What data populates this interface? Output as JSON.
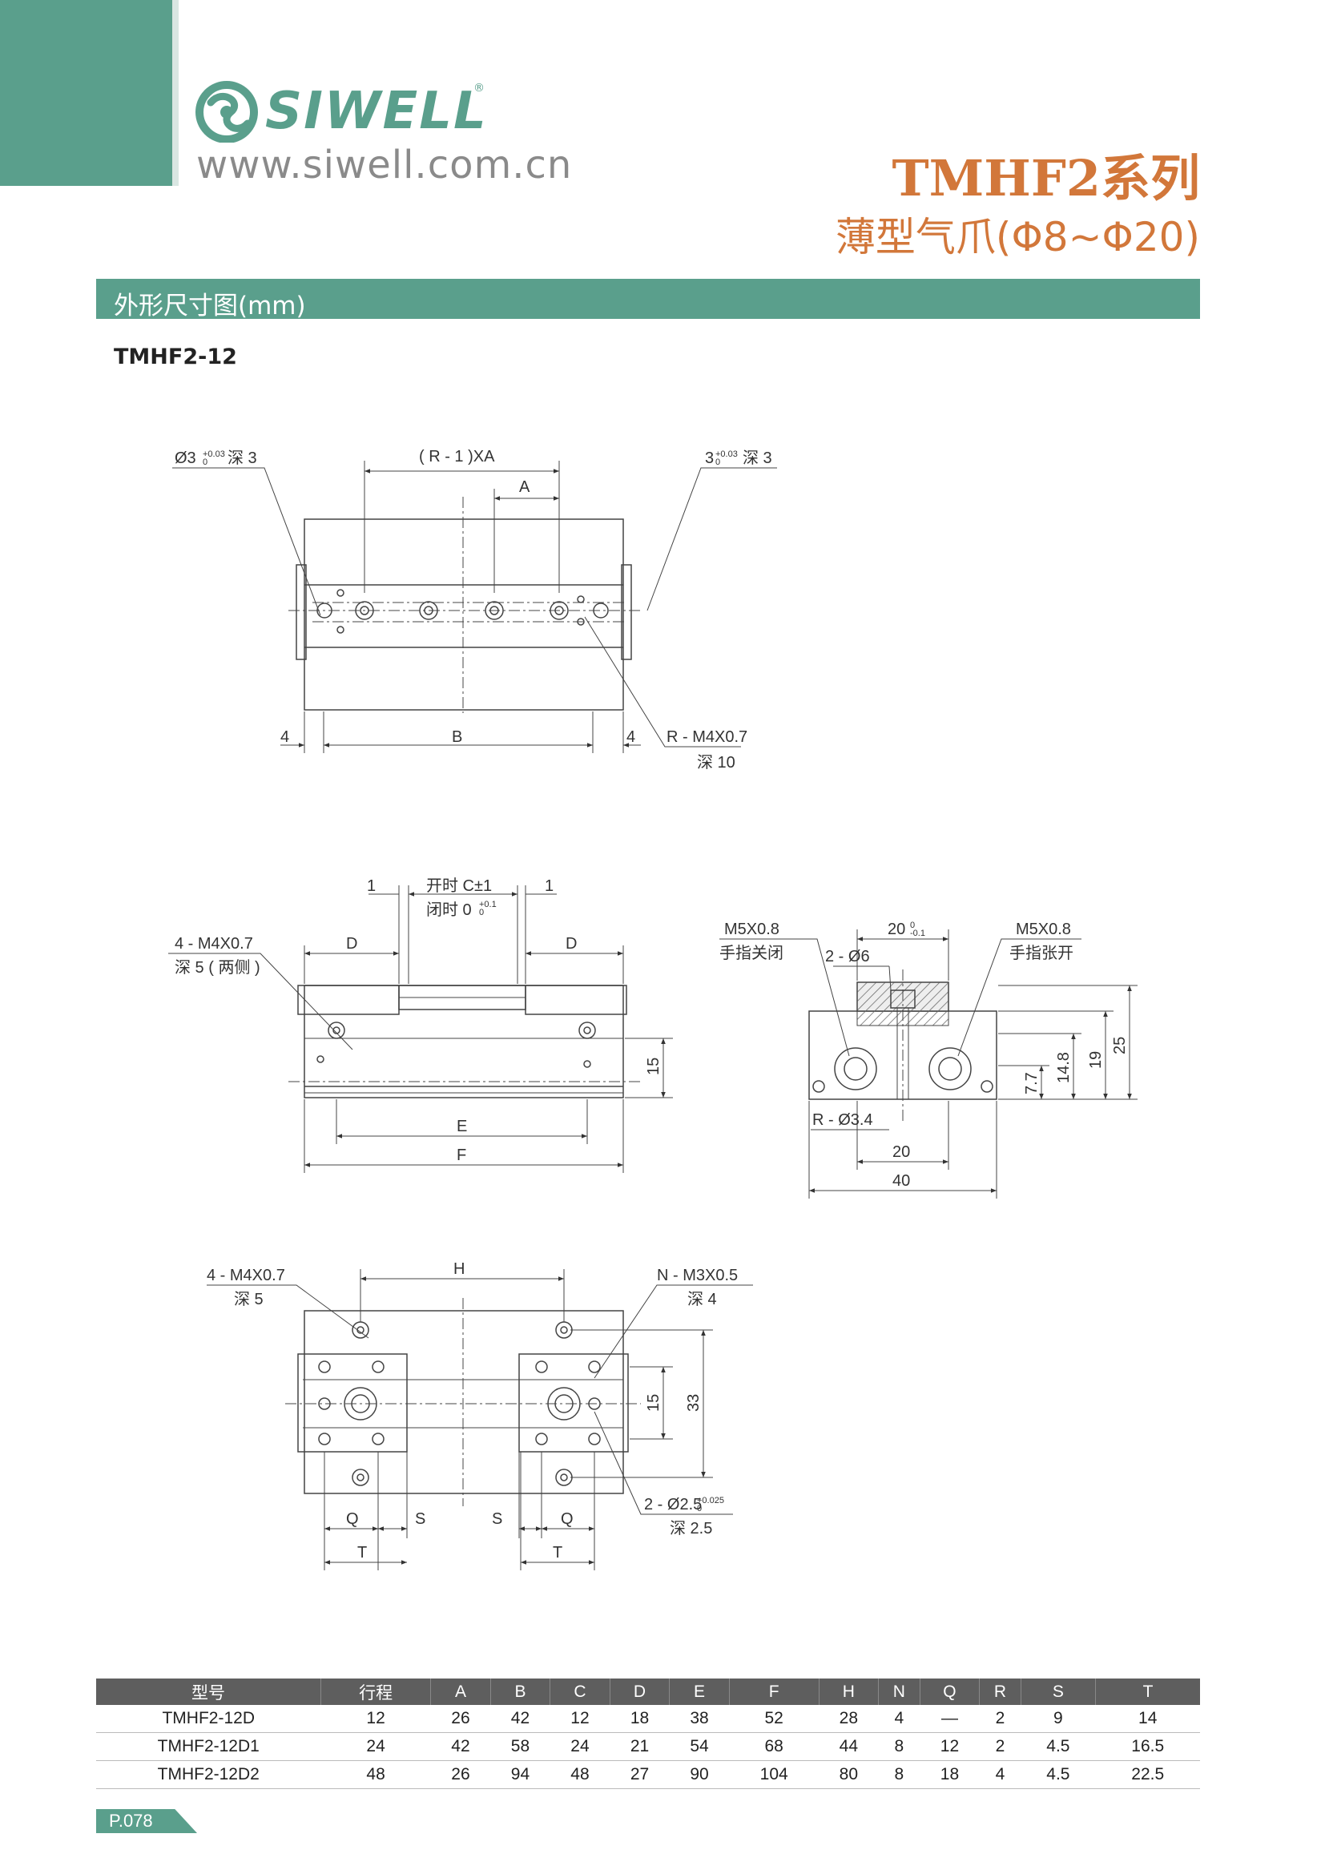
{
  "brand": {
    "name": "SIWELL",
    "registered": "®",
    "website": "www.siwell.com.cn",
    "color": "#5a9f8c",
    "accent": "#d2773a"
  },
  "series": {
    "title": "TMHF2系列",
    "subtitle": "薄型气爪(Φ8~Φ20)"
  },
  "section": {
    "title": "外形尺寸图(mm)"
  },
  "model": "TMHF2-12",
  "drawing_labels": {
    "hole_d3": "Ø3",
    "hole_d3_depth": "深 3",
    "hole_3": "3",
    "hole_3_depth": "深 3",
    "tol_plus_003": "+0.03",
    "tol_zero": "0",
    "pitch": "( R - 1 )XA",
    "A": "A",
    "B": "B",
    "four": "4",
    "r_thread": "R - M4X0.7",
    "r_thread_depth": "深 10",
    "one": "1",
    "stroke_open": "开时 C±1",
    "stroke_closed": "闭时 0",
    "tol_plus_01": "+0.1",
    "D": "D",
    "side_thread": "4 - M4X0.7",
    "side_thread_depth": "深 5 ( 两侧 )",
    "fifteen": "15",
    "E": "E",
    "F": "F",
    "m5_close": "M5X0.8",
    "m5_close_label": "手指关闭",
    "m5_open": "M5X0.8",
    "m5_open_label": "手指张开",
    "twenty_tol": "20",
    "tol_minus_01": "-0.1",
    "holes_d6": "2 - Ø6",
    "r_d34": "R - Ø3.4",
    "twenty": "20",
    "forty": "40",
    "dim_77": "7.7",
    "dim_148": "14.8",
    "dim_19": "19",
    "dim_25": "25",
    "bottom_thread": "4 - M4X0.7",
    "bottom_thread_depth": "深 5",
    "H": "H",
    "n_thread": "N - M3X0.5",
    "n_thread_depth": "深 4",
    "dim_33": "33",
    "pin_hole": "2 - Ø2.5",
    "tol_plus_0025": "+0.025",
    "pin_hole_depth": "深 2.5",
    "Q": "Q",
    "S": "S",
    "T": "T"
  },
  "table": {
    "headers": [
      "型号",
      "行程",
      "A",
      "B",
      "C",
      "D",
      "E",
      "F",
      "H",
      "N",
      "Q",
      "R",
      "S",
      "T"
    ],
    "rows": [
      [
        "TMHF2-12D",
        "12",
        "26",
        "42",
        "12",
        "18",
        "38",
        "52",
        "28",
        "4",
        "—",
        "2",
        "9",
        "14"
      ],
      [
        "TMHF2-12D1",
        "24",
        "42",
        "58",
        "24",
        "21",
        "54",
        "68",
        "44",
        "8",
        "12",
        "2",
        "4.5",
        "16.5"
      ],
      [
        "TMHF2-12D2",
        "48",
        "26",
        "94",
        "48",
        "27",
        "90",
        "104",
        "80",
        "8",
        "18",
        "4",
        "4.5",
        "22.5"
      ]
    ]
  },
  "page": {
    "number": "P.078"
  }
}
